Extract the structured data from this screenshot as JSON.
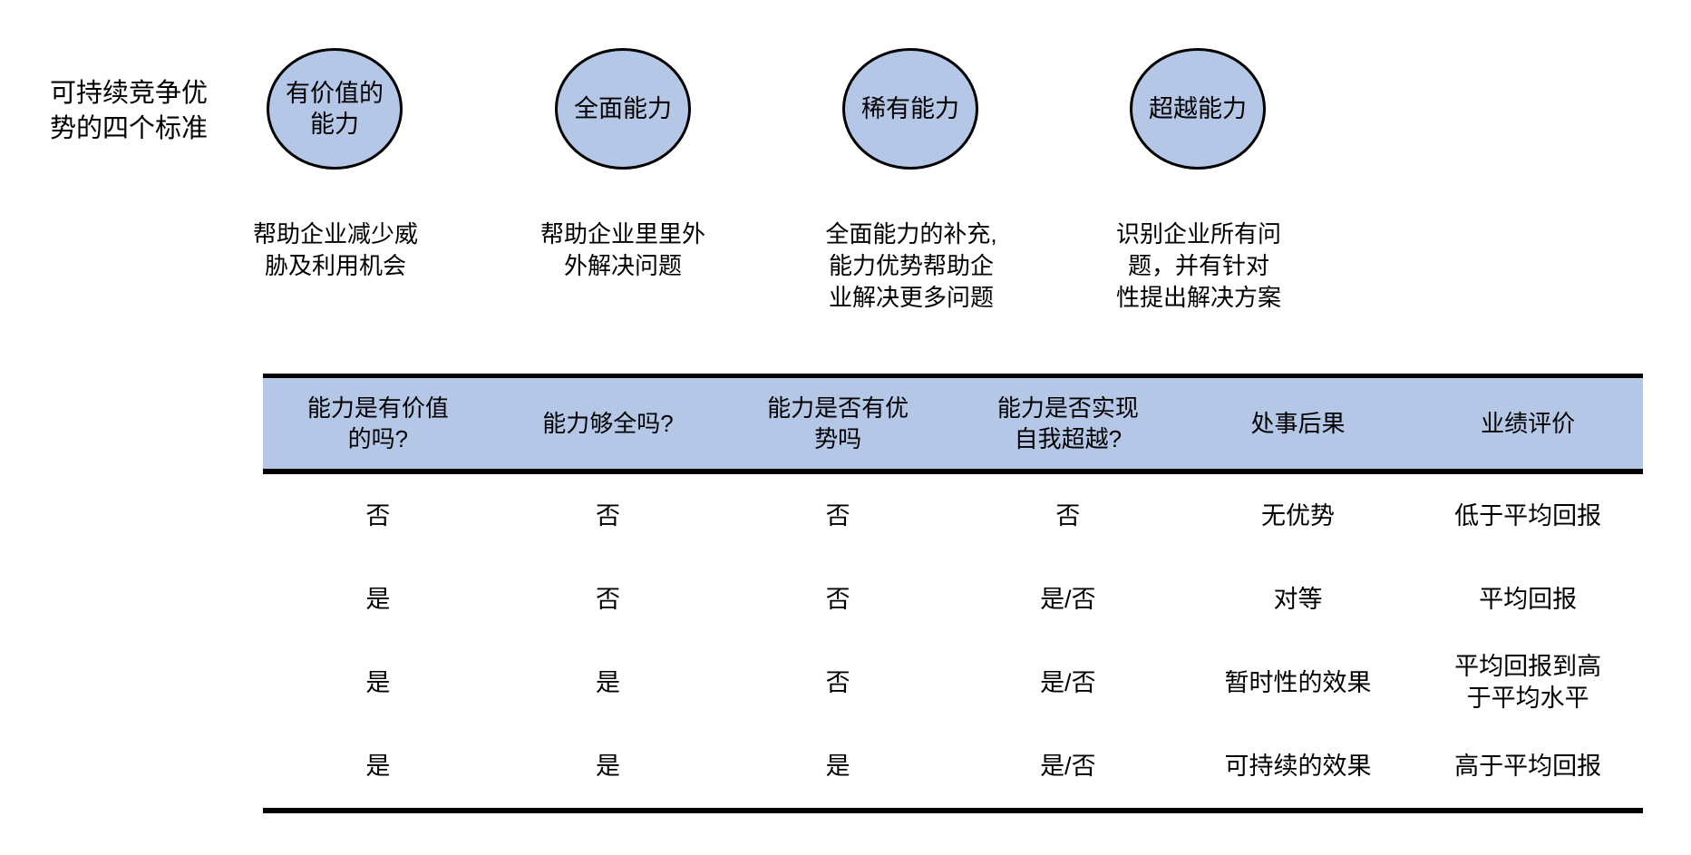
{
  "colors": {
    "shape_fill": "#b4c7e7",
    "shape_stroke": "#000000"
  },
  "title": "可持续竞争优\n势的四个标准",
  "criteria": [
    {
      "label": "有价值的\n能力",
      "description": "帮助企业减少威\n胁及利用机会"
    },
    {
      "label": "全面能力",
      "description": "帮助企业里里外\n外解决问题"
    },
    {
      "label": "稀有能力",
      "description": "全面能力的补充,\n能力优势帮助企\n业解决更多问题"
    },
    {
      "label": "超越能力",
      "description": "识别企业所有问\n题，并有针对\n性提出解决方案"
    }
  ],
  "table": {
    "headers": [
      "能力是有价值\n的吗?",
      "能力够全吗?",
      "能力是否有优\n势吗",
      "能力是否实现\n自我超越?",
      "处事后果",
      "业绩评价"
    ],
    "rows": [
      [
        "否",
        "否",
        "否",
        "否",
        "无优势",
        "低于平均回报"
      ],
      [
        "是",
        "否",
        "否",
        "是/否",
        "对等",
        "平均回报"
      ],
      [
        "是",
        "是",
        "否",
        "是/否",
        "暂时性的效果",
        "平均回报到高\n于平均水平"
      ],
      [
        "是",
        "是",
        "是",
        "是/否",
        "可持续的效果",
        "高于平均回报"
      ]
    ]
  }
}
